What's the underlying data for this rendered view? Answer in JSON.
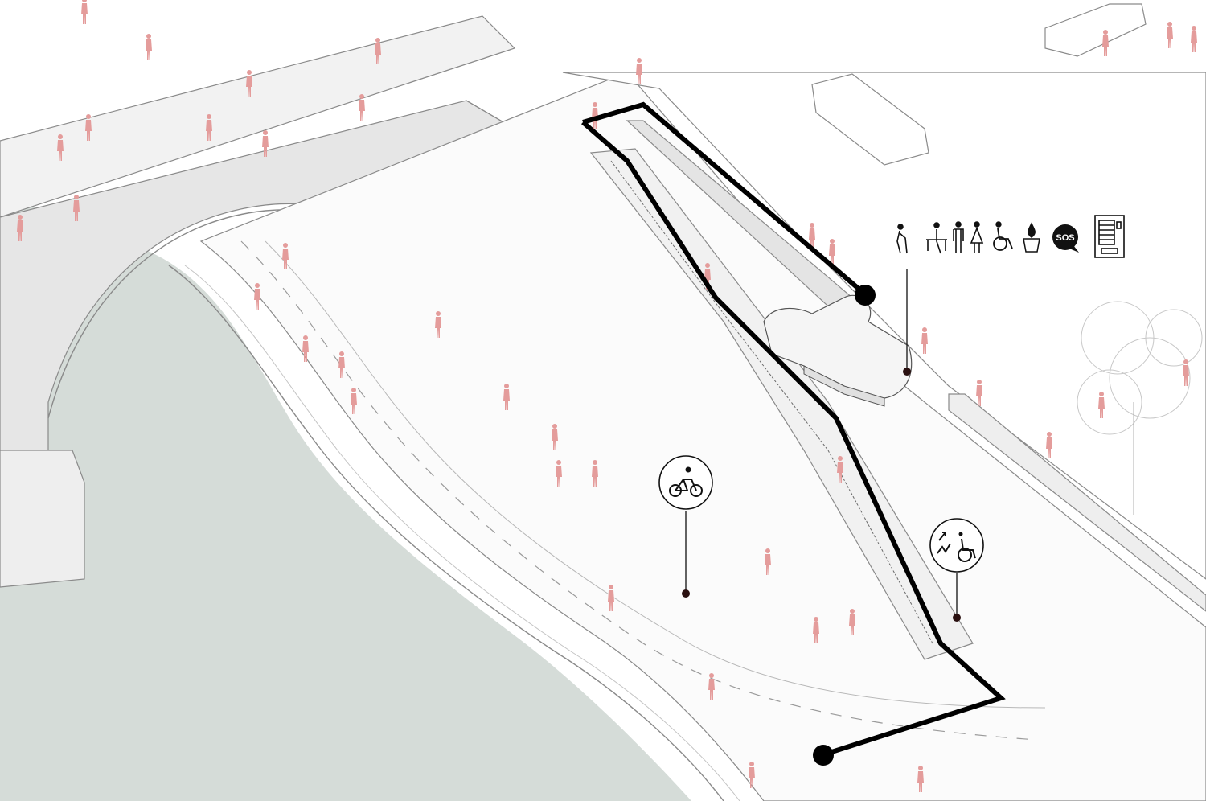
{
  "colors": {
    "background": "#ffffff",
    "water": "#d5dcd8",
    "structure_fill": "#efefef",
    "structure_light": "#f6f6f6",
    "line": "#8a8a8a",
    "line_light": "#c4c4c4",
    "route": "#000000",
    "people": "#e49c9b",
    "marker_dot": "#2a1010",
    "icon": "#111111"
  },
  "diagram": {
    "route_label": "",
    "callouts": [
      {
        "id": "bike-path",
        "icon": "bicycle-icon",
        "kind": "cycle lane"
      },
      {
        "id": "ramp-access",
        "icon": "stairs-wheelchair-icon",
        "kind": "accessible ramp"
      },
      {
        "id": "service-kiosk",
        "icon": "facilities-icons",
        "kind": "service kiosk"
      }
    ],
    "facility_icons": [
      {
        "icon": "elderly-person-icon"
      },
      {
        "icon": "baby-changing-icon"
      },
      {
        "icon": "male-toilet-icon"
      },
      {
        "icon": "female-toilet-icon"
      },
      {
        "icon": "wheelchair-icon"
      },
      {
        "icon": "water-drop-icon"
      },
      {
        "icon": "sos-icon",
        "label": "SOS"
      },
      {
        "icon": "vending-machine-icon"
      }
    ]
  }
}
